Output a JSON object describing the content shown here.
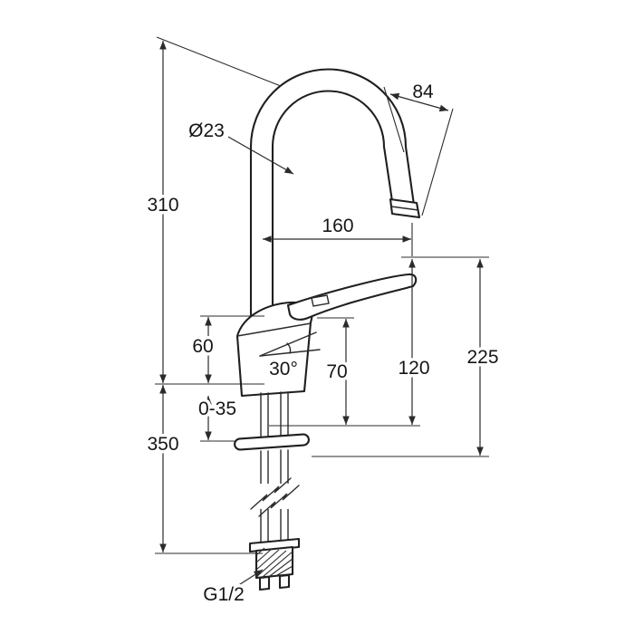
{
  "title": "single-lever basin mixer technical dimension drawing",
  "colors": {
    "background": "#ffffff",
    "outline": "#1f1f1f",
    "dimension": "#2b2b2b",
    "text": "#161616"
  },
  "labels": {
    "spout_offset": "84",
    "spout_diameter": "Ø23",
    "total_height": "310",
    "spout_reach": "160",
    "body_height": "60",
    "handle_angle": "30°",
    "height_70": "70",
    "height_120": "120",
    "height_225": "225",
    "deck_thickness": "0-35",
    "hose_length": "350",
    "thread_size": "G1/2"
  }
}
